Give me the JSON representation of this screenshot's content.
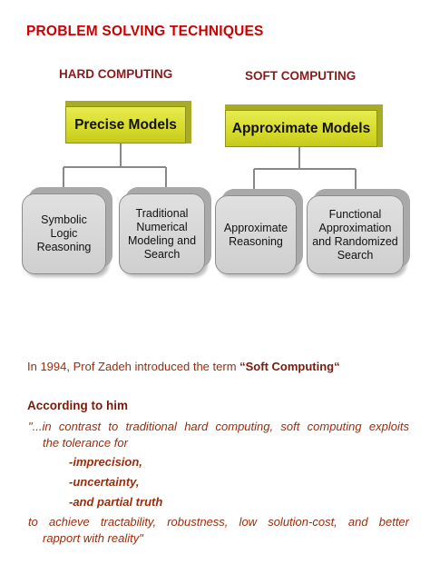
{
  "title": "PROBLEM SOLVING TECHNIQUES",
  "hard": {
    "heading": "HARD COMPUTING",
    "model": "Precise Models",
    "leaves": [
      {
        "line1": "Symbolic",
        "line2": "Logic",
        "line3": "Reasoning",
        "line4": ""
      },
      {
        "line1": "Traditional",
        "line2": "Numerical",
        "line3": "Modeling and",
        "line4": "Search"
      }
    ]
  },
  "soft": {
    "heading": "SOFT COMPUTING",
    "model": "Approximate Models",
    "leaves": [
      {
        "line1": "Approximate",
        "line2": "Reasoning",
        "line3": "",
        "line4": ""
      },
      {
        "line1": "Functional",
        "line2": "Approximation",
        "line3": "and Randomized",
        "line4": "Search"
      }
    ]
  },
  "intro": {
    "prefix": "In 1994, Prof Zadeh introduced the term ",
    "term": "“Soft Computing“"
  },
  "according": "According to him",
  "quote": {
    "line1": "\"...in contrast to traditional hard computing, soft computing exploits",
    "line2": "the tolerance for",
    "items": [
      "-imprecision,",
      "-uncertainty,",
      "-and partial truth"
    ],
    "line3": "to achieve tractability, robustness, low solution-cost, and better",
    "line4": "rapport with reality\""
  },
  "colors": {
    "title": "#cc0000",
    "heading": "#8b1a1a",
    "body": "#9b2c0c",
    "model_box": "#d6da2a",
    "leaf_box": "#cfcfcf"
  }
}
